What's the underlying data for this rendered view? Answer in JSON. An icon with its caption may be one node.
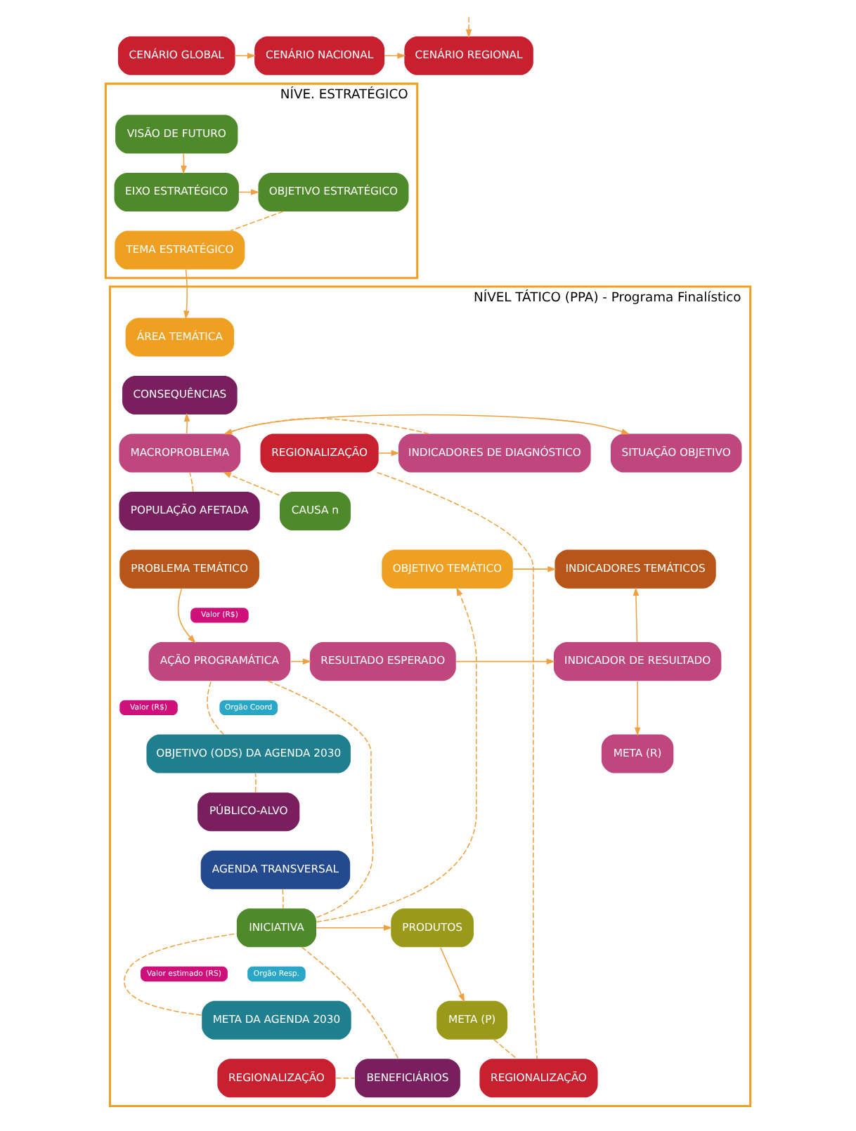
{
  "diagram": {
    "nodes": [
      {
        "text": [
          "CENÁRIO GLOBAL"
        ]
      },
      {
        "text": [
          "CENÁRIO NACIONAL"
        ]
      },
      {
        "text": [
          "CENÁRIO REGIONAL"
        ]
      },
      {
        "text": [
          "NÍVE. ESTRATÉGICO"
        ]
      },
      {
        "text": [
          "VISÃO DE FUTURO"
        ],
        "in": 3
      },
      {
        "text": [
          "EIXO ESTRATÉGICO"
        ],
        "in": 3
      },
      {
        "text": [
          "OBJETIVO ESTRATÉGICO"
        ],
        "in": 3
      },
      {
        "text": [
          "TEMA ESTRATÉGICO"
        ],
        "in": 3
      },
      {
        "text": [
          "NÍVEL TÁTICO (PPA) - Programa Finalístico"
        ]
      },
      {
        "text": [
          "ÁREA TEMÁTICA"
        ],
        "in": 8
      },
      {
        "text": [
          "CONSEQUÊNCIAS"
        ],
        "in": 8
      },
      {
        "text": [
          "MACROPROBLEMA"
        ],
        "in": 8
      },
      {
        "text": [
          "SITUAÇÃO OBJETIVO"
        ],
        "in": 8
      },
      {
        "text": [
          "INDICADORES DE DIAGNÓSTICO"
        ],
        "in": 8
      },
      {
        "text": [
          "REGIONALIZAÇÃO"
        ],
        "in": 8
      },
      {
        "text": [
          "POPULAÇÃO AFETADA"
        ],
        "in": 8
      },
      {
        "text": [
          "CAUSA n"
        ],
        "in": 8
      },
      {
        "text": [
          "PROBLEMA TEMÁTICO"
        ],
        "in": 8
      },
      {
        "text": [
          "Valor (R$)"
        ],
        "in": 8
      },
      {
        "text": [
          "OBJETIVO TEMÁTICO"
        ],
        "in": 8
      },
      {
        "text": [
          "INDICADORES TEMÁTICOS"
        ],
        "in": 8
      },
      {
        "text": [
          "AÇÃO PROGRAMÁTICA"
        ],
        "in": 8
      },
      {
        "text": [
          "Orgão Coord"
        ],
        "in": 8
      },
      {
        "text": [
          "Valor (R$)"
        ],
        "in": 8
      },
      {
        "text": [
          "RESULTADO ESPERADO"
        ],
        "in": 8
      },
      {
        "text": [
          "INDICADOR DE RESULTADO"
        ],
        "in": 8
      },
      {
        "text": [
          "OBJETIVO (ODS) DA AGENDA 2030"
        ],
        "in": 8
      },
      {
        "text": [
          "META (R)"
        ],
        "in": 8
      },
      {
        "text": [
          "PÚBLICO-ALVO"
        ],
        "in": 8
      },
      {
        "text": [
          "AGENDA TRANSVERSAL"
        ],
        "in": 8
      },
      {
        "text": [
          "INICIATIVA"
        ],
        "in": 8
      },
      {
        "text": [
          "Orgão Resp."
        ],
        "in": 8
      },
      {
        "text": [
          "Valor estimado (RS)"
        ],
        "in": 8
      },
      {
        "text": [
          "PRODUTOS"
        ],
        "in": 8
      },
      {
        "text": [
          "META DA AGENDA 2030"
        ],
        "in": 8
      },
      {
        "text": [
          "META (P)"
        ],
        "in": 8
      },
      {
        "text": [
          "REGIONALIZAÇÃO"
        ],
        "in": 8
      },
      {
        "text": [
          "BENEFICIÁRIOS"
        ],
        "in": 8
      },
      {
        "text": [
          "REGIONALIZAÇÃO"
        ],
        "in": 8
      }
    ],
    "edges": [
      {
        "from": 0,
        "to": 1,
        "arrow": "to"
      },
      {
        "from": 1,
        "to": 2,
        "arrow": "to"
      },
      {
        "from": null,
        "to": 2,
        "arrow": "to",
        "style": "dashed"
      },
      {
        "from": 4,
        "to": 5,
        "arrow": "to"
      },
      {
        "from": 5,
        "to": 6,
        "arrow": "to"
      },
      {
        "from": 6,
        "to": 7,
        "arrow": "none",
        "style": "dashed"
      },
      {
        "from": 7,
        "to": 9,
        "arrow": "to"
      },
      {
        "from": 11,
        "to": 10,
        "arrow": "to"
      },
      {
        "from": 11,
        "to": 12,
        "arrow": "to"
      },
      {
        "from": 13,
        "to": 11,
        "arrow": "to",
        "style": "dashed"
      },
      {
        "from": 14,
        "to": 13,
        "arrow": "to"
      },
      {
        "from": 15,
        "to": 11,
        "arrow": "none",
        "style": "dashed"
      },
      {
        "from": 16,
        "to": 11,
        "arrow": "to",
        "style": "dashed"
      },
      {
        "from": 14,
        "to": 38,
        "arrow": "none",
        "style": "dashed"
      },
      {
        "from": 17,
        "to": 21,
        "arrow": "to"
      },
      {
        "from": 26,
        "to": 21,
        "arrow": "none",
        "style": "dashed"
      },
      {
        "from": 21,
        "to": 24,
        "arrow": "to"
      },
      {
        "from": 24,
        "to": 25,
        "arrow": "to"
      },
      {
        "from": 25,
        "to": 20,
        "arrow": "to"
      },
      {
        "from": 25,
        "to": 27,
        "arrow": "to"
      },
      {
        "from": 19,
        "to": 20,
        "arrow": "to"
      },
      {
        "from": 30,
        "to": 19,
        "arrow": "to",
        "style": "dashed"
      },
      {
        "from": 21,
        "to": 30,
        "arrow": "none",
        "style": "dashed"
      },
      {
        "from": 28,
        "to": 26,
        "arrow": "none",
        "style": "dashed"
      },
      {
        "from": 29,
        "to": 30,
        "arrow": "none",
        "style": "dashed"
      },
      {
        "from": 34,
        "to": 30,
        "arrow": "none",
        "style": "dashed"
      },
      {
        "from": 30,
        "to": 33,
        "arrow": "to"
      },
      {
        "from": 33,
        "to": 35,
        "arrow": "to"
      },
      {
        "from": 36,
        "to": 37,
        "arrow": "none",
        "style": "dashed"
      },
      {
        "from": 30,
        "to": 37,
        "arrow": "none",
        "style": "dashed"
      },
      {
        "from": 35,
        "to": 38,
        "arrow": "none",
        "style": "dashed"
      }
    ]
  }
}
